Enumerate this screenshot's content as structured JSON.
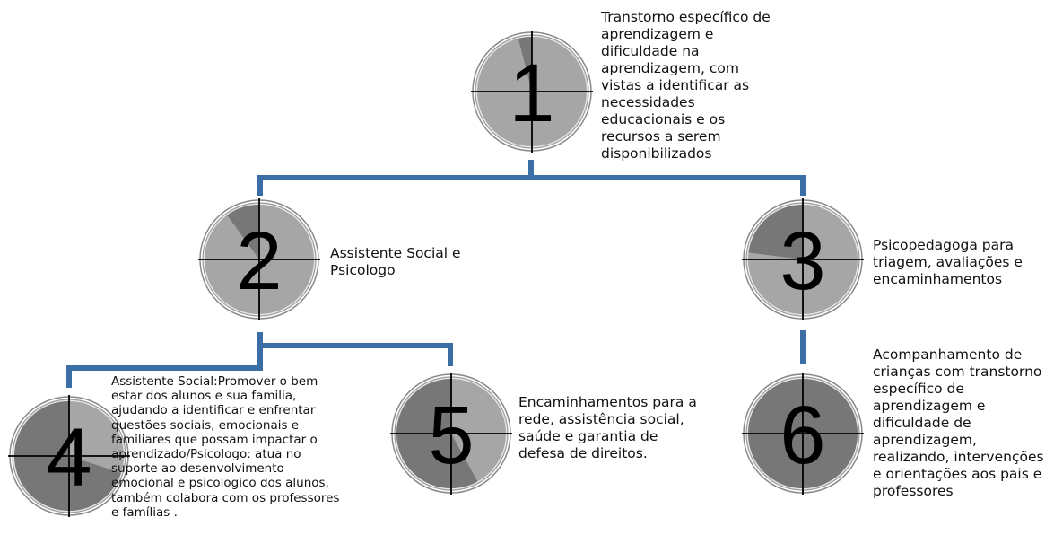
{
  "nodes": [
    {
      "id": "1",
      "number": "1",
      "fill": 0.04,
      "text": "Transtorno específico de\naprendizagem e\ndificuldade na\naprendizagem, com\nvistas a identificar as\nnecessidades\neducacionais e os\nrecursos a serem\ndisponibilizados"
    },
    {
      "id": "2",
      "number": "2",
      "fill": 0.1,
      "text": "Assistente Social e\nPsicologo"
    },
    {
      "id": "3",
      "number": "3",
      "fill": 0.23,
      "text": "Psicopedagoga para\ntriagem, avaliações e\nencaminhamentos"
    },
    {
      "id": "4",
      "number": "4",
      "fill": 0.7,
      "text": "Assistente Social:Promover o bem\nestar dos alunos e sua familia,\najudando a identificar e enfrentar\nquestões sociais, emocionais e\nfamiliares que possam impactar o\naprendizado/Psicologo: atua no\nsuporte ao desenvolvimento\nemocional e psicologico dos alunos,\ntambém colabora com os professores\ne famílias ."
    },
    {
      "id": "5",
      "number": "5",
      "fill": 0.58,
      "text": "Encaminhamentos para a\nrede, assistência social,\nsaúde e garantia de\ndefesa de direitos."
    },
    {
      "id": "6",
      "number": "6",
      "fill": 1.0,
      "text": "Acompanhamento de\ncrianças com transtorno\nespecífico de\naprendizagem e\ndificuldade de\naprendizagem,\nrealizando, intervenções\ne orientações aos pais e\nprofessores"
    }
  ],
  "colors": {
    "connector": "#3b6ea5",
    "dial_light": "#a6a6a6",
    "dial_dark": "#777777",
    "number": "#000000"
  }
}
